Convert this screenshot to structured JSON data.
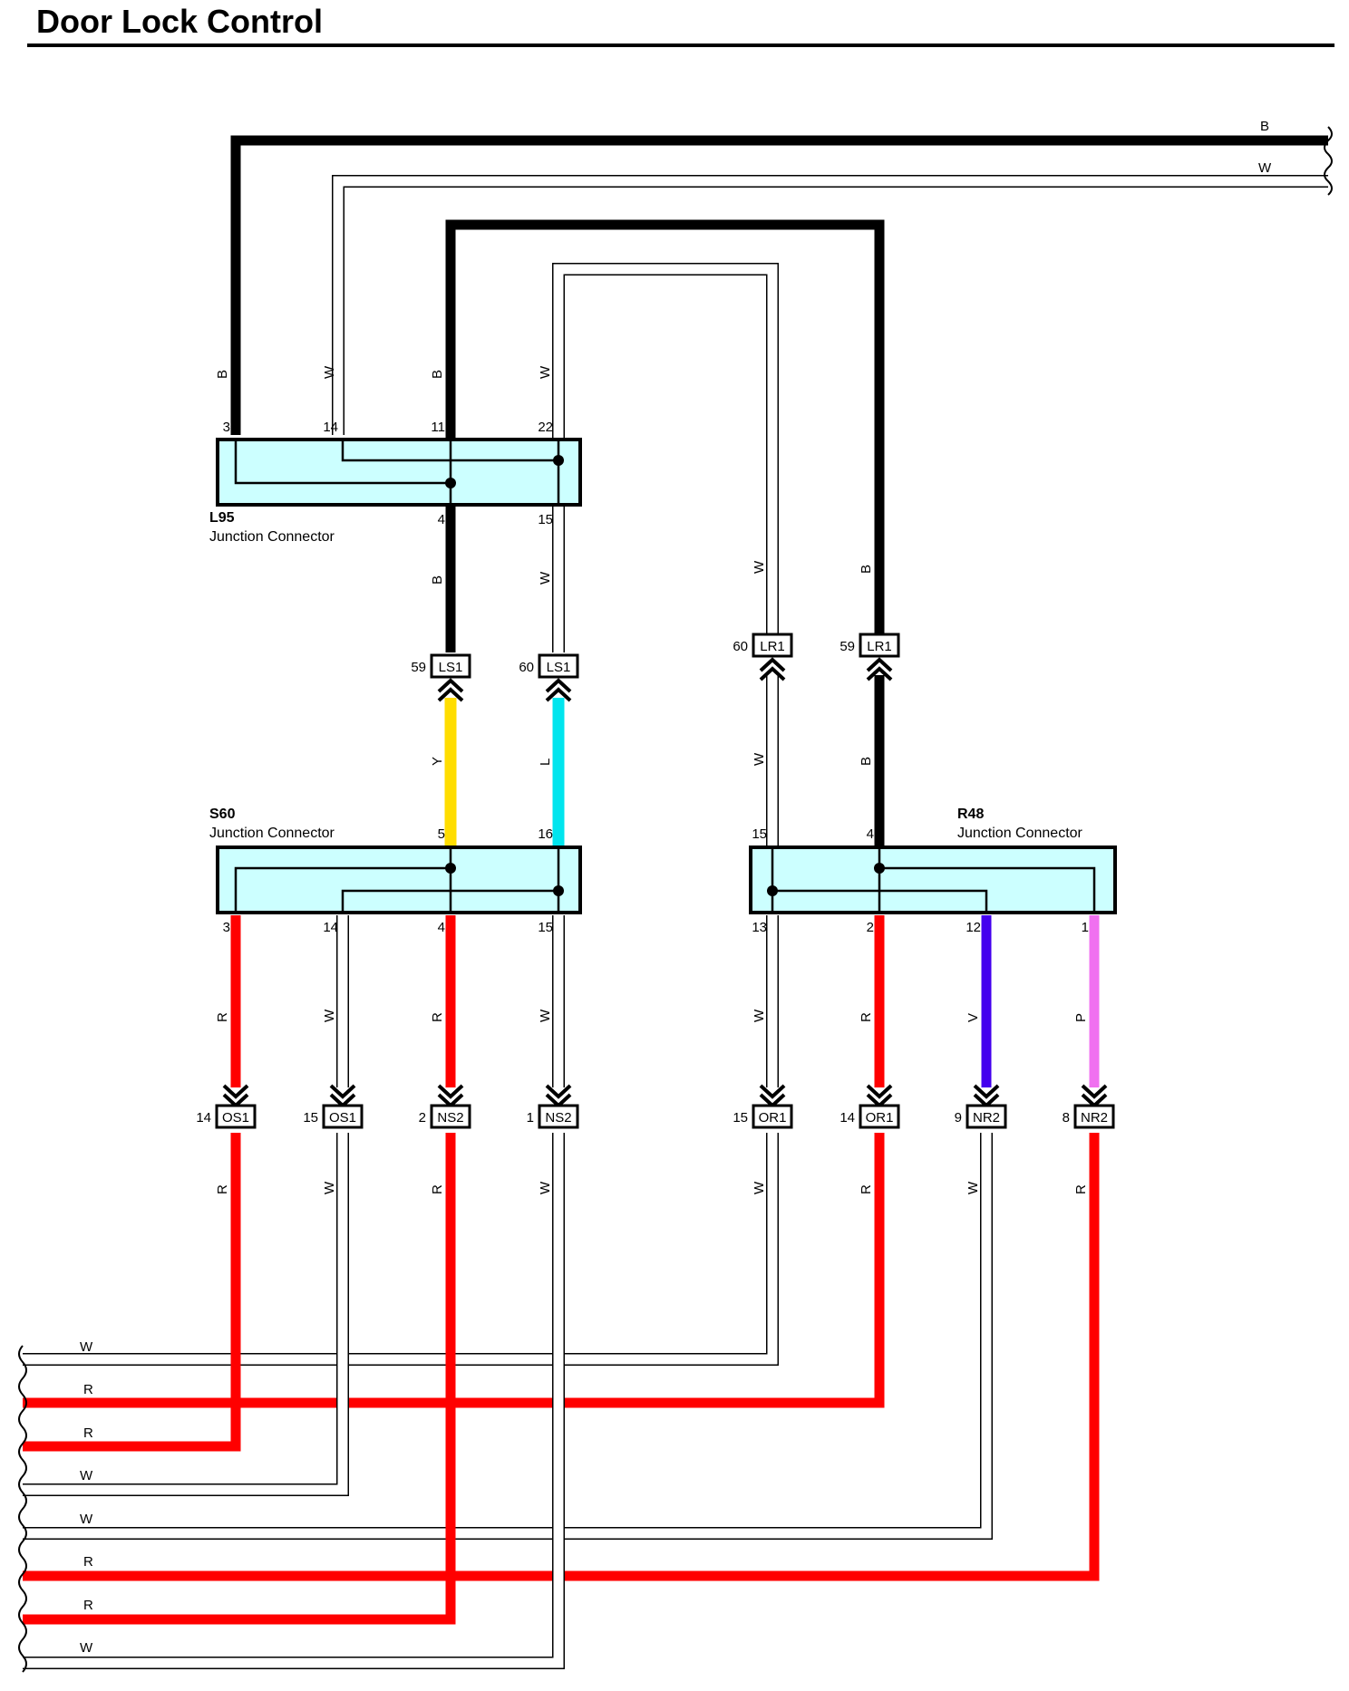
{
  "title": "Door Lock Control",
  "wire_labels": {
    "B": "B",
    "W": "W",
    "R": "R",
    "Y": "Y",
    "L": "L",
    "V": "V",
    "P": "P"
  },
  "wire_colors": {
    "B": "#000000",
    "W": "#ffffff",
    "R": "#ff0000",
    "Y": "#ffdd00",
    "L": "#00e5ee",
    "V": "#4400ee",
    "P": "#f070f0"
  },
  "connector_fill": "#ccffff",
  "connectors": {
    "l95": {
      "name": "L95",
      "desc": "Junction Connector",
      "pins": [
        "3",
        "14",
        "11",
        "22",
        "4",
        "15"
      ]
    },
    "s60": {
      "name": "S60",
      "desc": "Junction Connector",
      "pins": [
        "5",
        "16",
        "3",
        "14",
        "4",
        "15"
      ]
    },
    "r48": {
      "name": "R48",
      "desc": "Junction Connector",
      "pins": [
        "15",
        "4",
        "13",
        "2",
        "12",
        "1"
      ]
    }
  },
  "inline_connectors": [
    {
      "code": "LS1",
      "pin": "59"
    },
    {
      "code": "LS1",
      "pin": "60"
    },
    {
      "code": "LR1",
      "pin": "60"
    },
    {
      "code": "LR1",
      "pin": "59"
    },
    {
      "code": "OS1",
      "pin": "14"
    },
    {
      "code": "OS1",
      "pin": "15"
    },
    {
      "code": "NS2",
      "pin": "2"
    },
    {
      "code": "NS2",
      "pin": "1"
    },
    {
      "code": "OR1",
      "pin": "15"
    },
    {
      "code": "OR1",
      "pin": "14"
    },
    {
      "code": "NR2",
      "pin": "9"
    },
    {
      "code": "NR2",
      "pin": "8"
    }
  ],
  "left_edge_wires": [
    "W",
    "R",
    "R",
    "W",
    "W",
    "R",
    "R",
    "W"
  ]
}
